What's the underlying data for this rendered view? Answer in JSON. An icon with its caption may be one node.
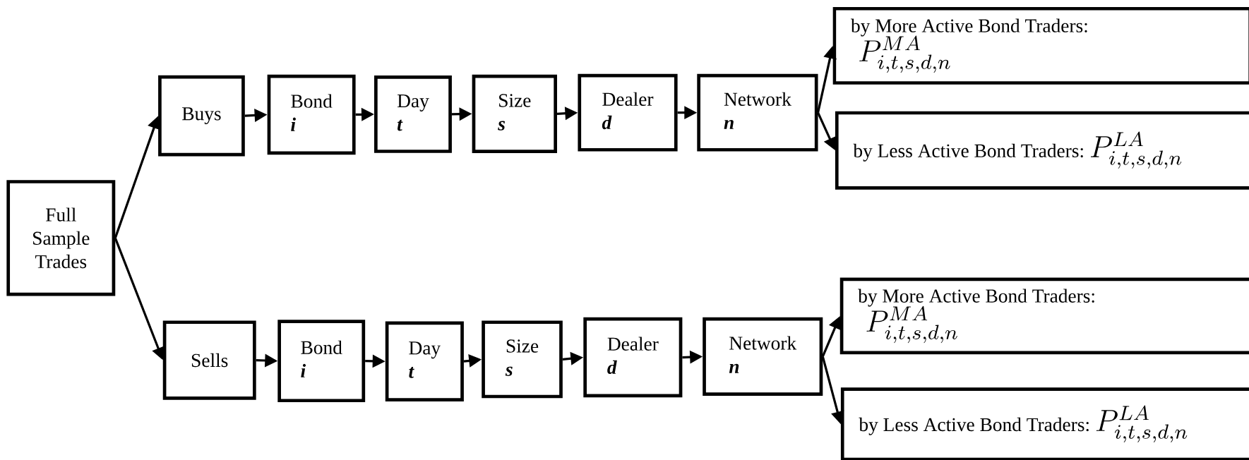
{
  "diagram": {
    "nodes": [
      {
        "text": [
          "Full Sample Trades"
        ]
      },
      {
        "text": [
          "Buys"
        ]
      },
      {
        "text": [
          "Bond",
          "i"
        ]
      },
      {
        "text": [
          "Day",
          "t"
        ]
      },
      {
        "text": [
          "Size",
          "s"
        ]
      },
      {
        "text": [
          "Dealer",
          "d"
        ]
      },
      {
        "text": [
          "Network",
          "n"
        ]
      },
      {
        "text": [
          "by More Active Bond Traders:",
          "P_{i,t,s,d,n}^{MA}"
        ]
      },
      {
        "text": [
          "by Less Active Bond Traders:",
          "P_{i,t,s,d,n}^{LA}"
        ]
      },
      {
        "text": [
          "Sells"
        ]
      },
      {
        "text": [
          "Bond",
          "i"
        ]
      },
      {
        "text": [
          "Day",
          "t"
        ]
      },
      {
        "text": [
          "Size",
          "s"
        ]
      },
      {
        "text": [
          "Dealer",
          "d"
        ]
      },
      {
        "text": [
          "Network",
          "n"
        ]
      },
      {
        "text": [
          "by More Active Bond Traders:",
          "P_{i,t,s,d,n}^{MA}"
        ]
      },
      {
        "text": [
          "by Less Active Bond Traders:",
          "P_{i,t,s,d,n}^{LA}"
        ]
      }
    ],
    "edges": [
      {
        "from": 0,
        "to": 1,
        "arrow": "to"
      },
      {
        "from": 1,
        "to": 2,
        "arrow": "to"
      },
      {
        "from": 2,
        "to": 3,
        "arrow": "to"
      },
      {
        "from": 3,
        "to": 4,
        "arrow": "to"
      },
      {
        "from": 4,
        "to": 5,
        "arrow": "to"
      },
      {
        "from": 5,
        "to": 6,
        "arrow": "to"
      },
      {
        "from": 6,
        "to": 7,
        "arrow": "to"
      },
      {
        "from": 6,
        "to": 8,
        "arrow": "to"
      },
      {
        "from": 0,
        "to": 9,
        "arrow": "to"
      },
      {
        "from": 9,
        "to": 10,
        "arrow": "to"
      },
      {
        "from": 10,
        "to": 11,
        "arrow": "to"
      },
      {
        "from": 11,
        "to": 12,
        "arrow": "to"
      },
      {
        "from": 12,
        "to": 13,
        "arrow": "to"
      },
      {
        "from": 13,
        "to": 14,
        "arrow": "to"
      },
      {
        "from": 14,
        "to": 15,
        "arrow": "to"
      },
      {
        "from": 14,
        "to": 16,
        "arrow": "to"
      }
    ]
  }
}
